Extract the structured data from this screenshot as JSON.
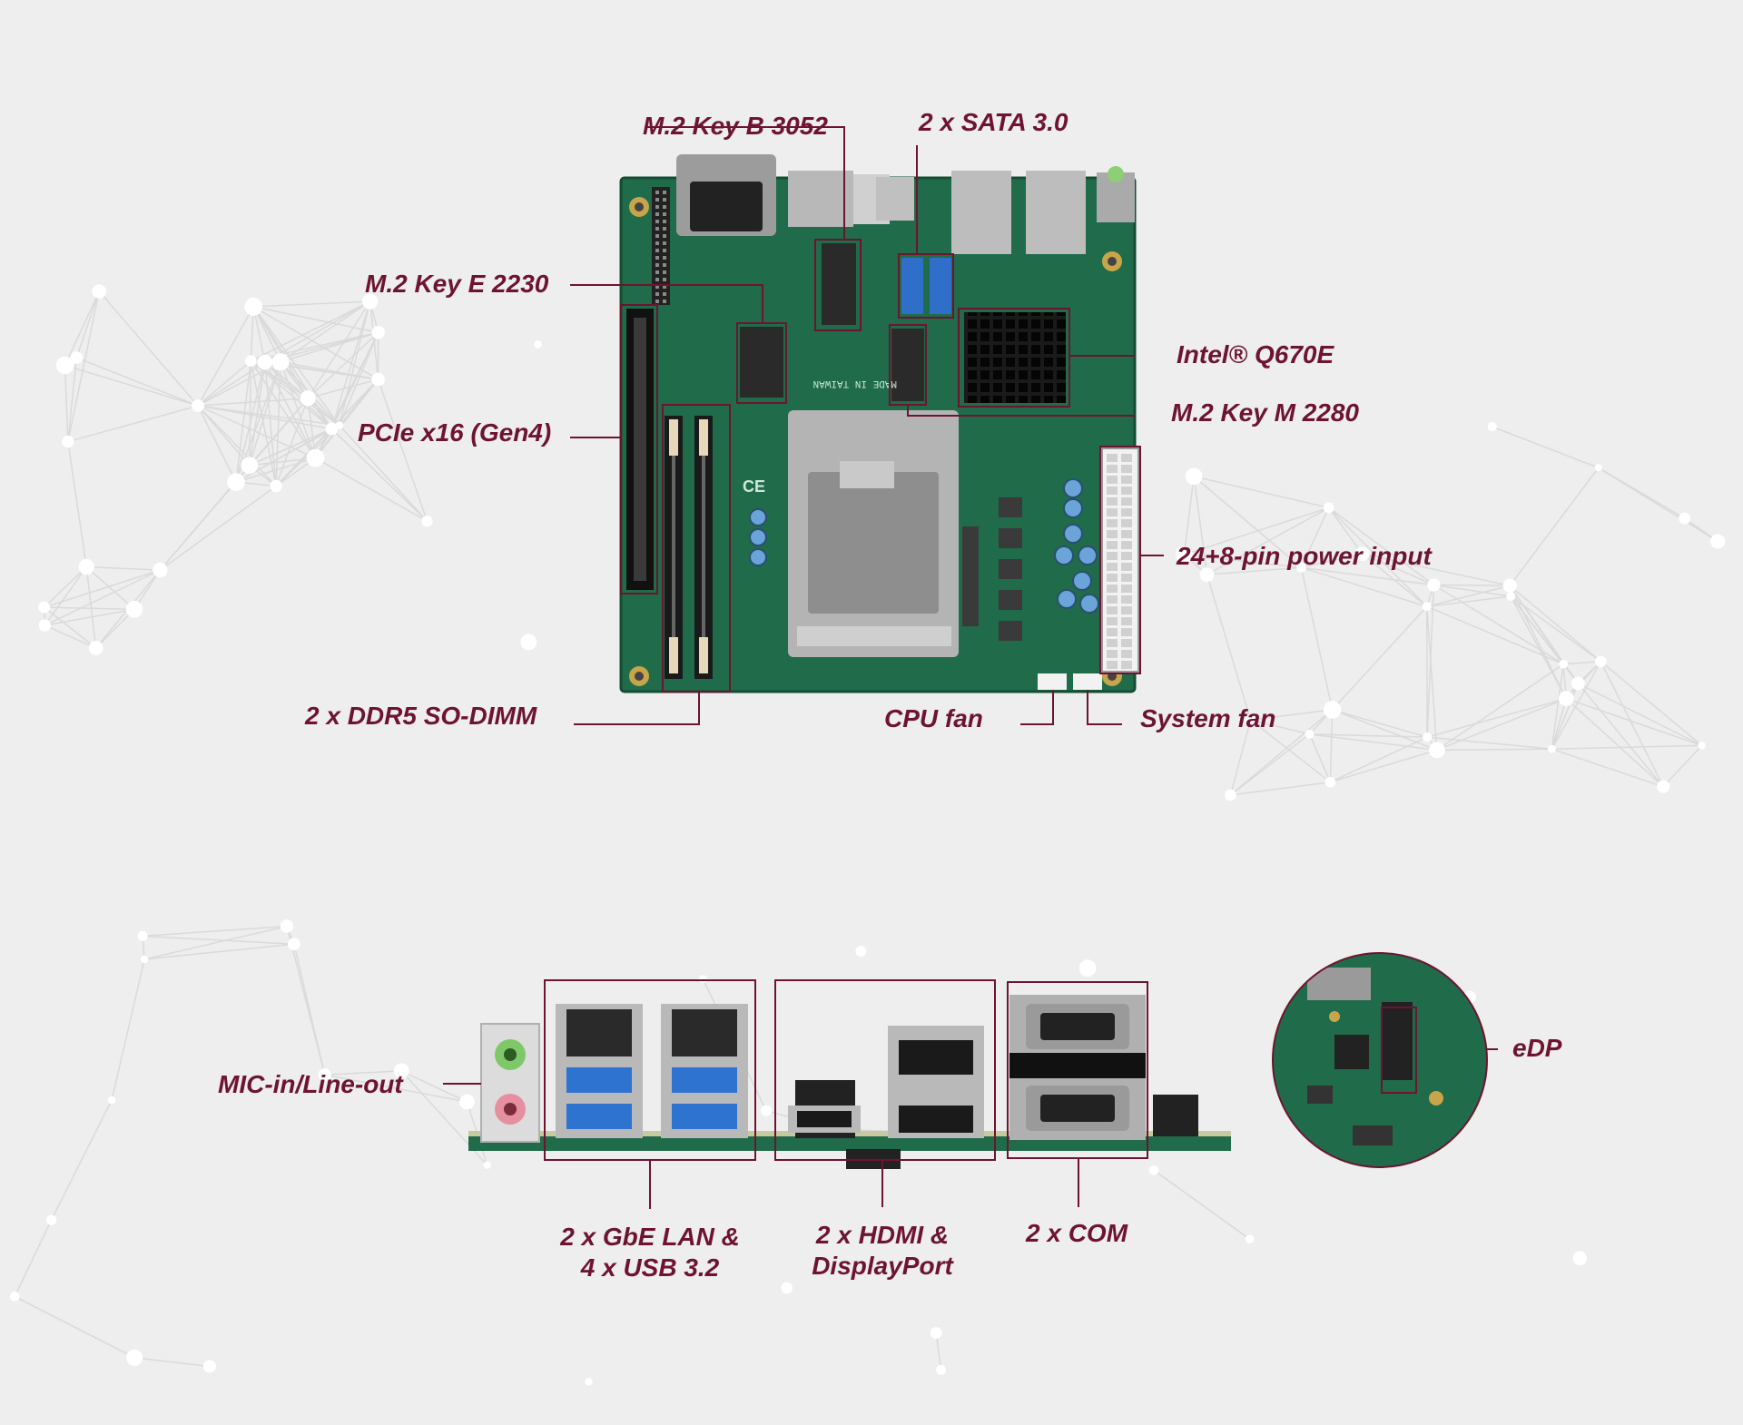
{
  "colors": {
    "background": "#eeeeee",
    "accent": "#6e1430",
    "pcb_green": "#1f6b4a",
    "network_lines": "#d9d9d9"
  },
  "labels": {
    "m2_key_b": "M.2 Key B 3052",
    "sata": "2 x SATA 3.0",
    "m2_key_e": "M.2 Key E 2230",
    "chipset": "Intel® Q670E",
    "m2_key_m": "M.2 Key M 2280",
    "pcie": "PCIe x16 (Gen4)",
    "power": "24+8-pin power input",
    "ddr5": "2 x DDR5 SO-DIMM",
    "cpu_fan": "CPU fan",
    "sys_fan": "System fan",
    "mic": "MIC-in/Line-out",
    "edp": "eDP",
    "lan_line1": "2 x GbE LAN &",
    "lan_line2": "4 x USB 3.2",
    "hdmi_line1": "2 x HDMI &",
    "hdmi_line2": "DisplayPort",
    "com": "2 x COM"
  },
  "board_markings": {
    "made_in": "MADE IN TAIWAN",
    "ce": "CE"
  }
}
